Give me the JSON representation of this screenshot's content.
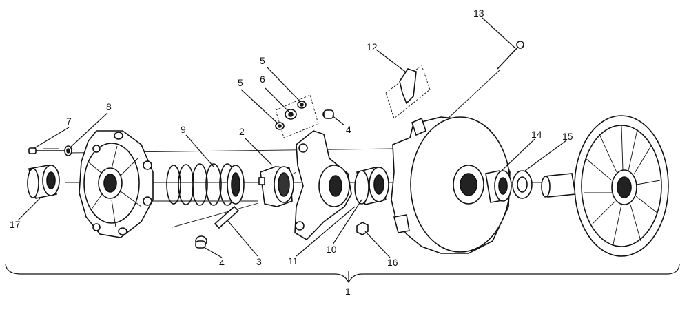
{
  "callouts": {
    "c1": "1",
    "c2": "2",
    "c3": "3",
    "c4a": "4",
    "c4b": "4",
    "c5a": "5",
    "c5b": "5",
    "c6": "6",
    "c7": "7",
    "c8": "8",
    "c9": "9",
    "c10": "10",
    "c11": "11",
    "c12": "12",
    "c13": "13",
    "c14": "14",
    "c15": "15",
    "c16": "16",
    "c17": "17"
  }
}
